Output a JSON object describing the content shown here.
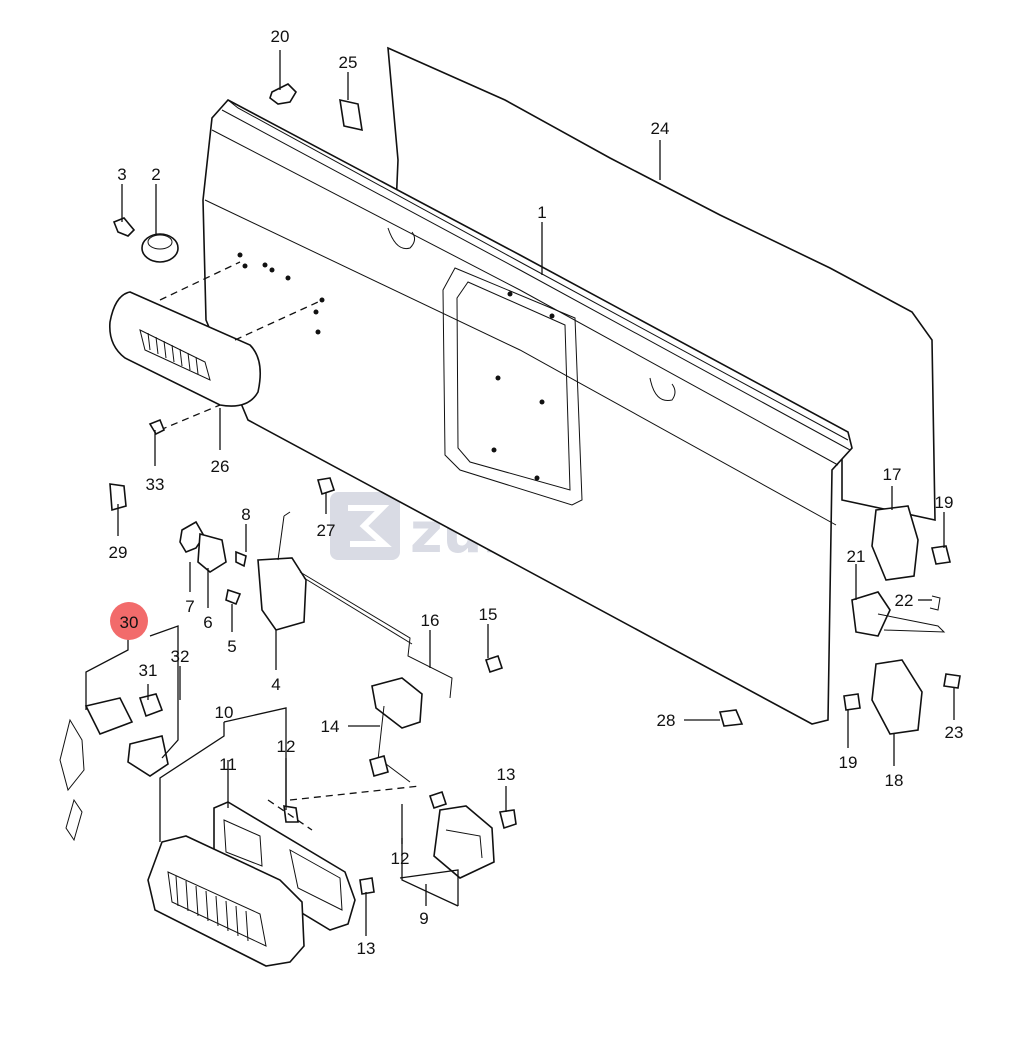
{
  "diagram": {
    "watermark": "zuki4x4.hu",
    "highlight_color": "#f26b6b",
    "highlighted_part": "30",
    "parts": [
      {
        "id": "p1",
        "num": "1"
      },
      {
        "id": "p2",
        "num": "2"
      },
      {
        "id": "p3",
        "num": "3"
      },
      {
        "id": "p4",
        "num": "4"
      },
      {
        "id": "p5",
        "num": "5"
      },
      {
        "id": "p6",
        "num": "6"
      },
      {
        "id": "p7",
        "num": "7"
      },
      {
        "id": "p8",
        "num": "8"
      },
      {
        "id": "p9",
        "num": "9"
      },
      {
        "id": "p10",
        "num": "10"
      },
      {
        "id": "p11",
        "num": "11"
      },
      {
        "id": "p12a",
        "num": "12"
      },
      {
        "id": "p12b",
        "num": "12"
      },
      {
        "id": "p13a",
        "num": "13"
      },
      {
        "id": "p13b",
        "num": "13"
      },
      {
        "id": "p14",
        "num": "14"
      },
      {
        "id": "p15",
        "num": "15"
      },
      {
        "id": "p16",
        "num": "16"
      },
      {
        "id": "p17",
        "num": "17"
      },
      {
        "id": "p18",
        "num": "18"
      },
      {
        "id": "p19a",
        "num": "19"
      },
      {
        "id": "p19b",
        "num": "19"
      },
      {
        "id": "p20",
        "num": "20"
      },
      {
        "id": "p21",
        "num": "21"
      },
      {
        "id": "p22",
        "num": "22"
      },
      {
        "id": "p23",
        "num": "23"
      },
      {
        "id": "p24",
        "num": "24"
      },
      {
        "id": "p25",
        "num": "25"
      },
      {
        "id": "p26",
        "num": "26"
      },
      {
        "id": "p27",
        "num": "27"
      },
      {
        "id": "p28",
        "num": "28"
      },
      {
        "id": "p29",
        "num": "29"
      },
      {
        "id": "p30",
        "num": "30"
      },
      {
        "id": "p31",
        "num": "31"
      },
      {
        "id": "p32",
        "num": "32"
      },
      {
        "id": "p33",
        "num": "33"
      }
    ]
  }
}
